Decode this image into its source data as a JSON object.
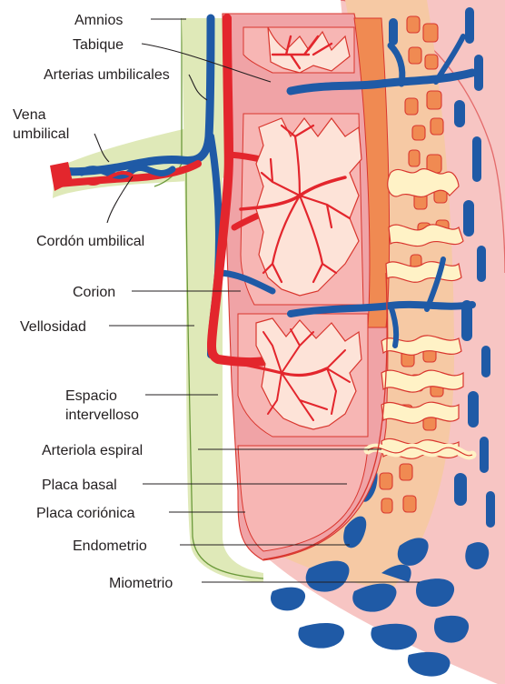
{
  "diagram": {
    "labels": {
      "amnios": "Amnios",
      "tabique": "Tabique",
      "arterias_umbilicales": "Arterias umbilicales",
      "vena_line1": "Vena",
      "vena_line2": "umbilical",
      "cordon_umbilical": "Cordón umbilical",
      "corion": "Corion",
      "vellosidad": "Vellosidad",
      "espacio_line1": "Espacio",
      "espacio_line2": "intervelloso",
      "arteriola_espiral": "Arteriola espiral",
      "placa_basal": "Placa basal",
      "placa_corionica": "Placa coriónica",
      "endometrio": "Endometrio",
      "miometrio": "Miometrio"
    },
    "colors": {
      "artery": "#e3262d",
      "vein": "#1f5aa6",
      "membrane": "#dfe9b8",
      "placenta": "#f0a3a6",
      "villus": "#fde3d8",
      "endometrium": "#f6c9a4",
      "myometrium": "#f7c5c3",
      "decidual_cells": "#f08a52",
      "gland": "#fff2c6"
    }
  }
}
